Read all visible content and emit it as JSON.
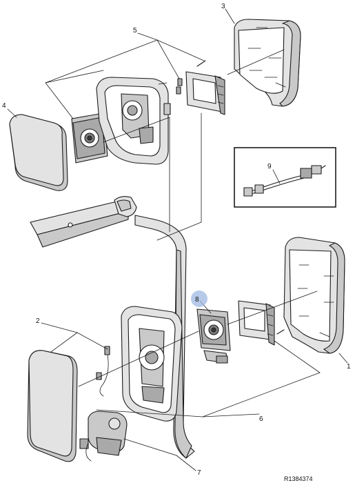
{
  "callouts": [
    "1",
    "2",
    "3",
    "4",
    "5",
    "6",
    "7",
    "8",
    "9"
  ],
  "reference_code": "R1384374",
  "highlight_color": "#9fb8e3",
  "line_color": "#1a1a1a",
  "fill_colors": [
    "#e3e3e3",
    "#c9c9c9",
    "#a9a9a9",
    "#7e7e7e"
  ]
}
